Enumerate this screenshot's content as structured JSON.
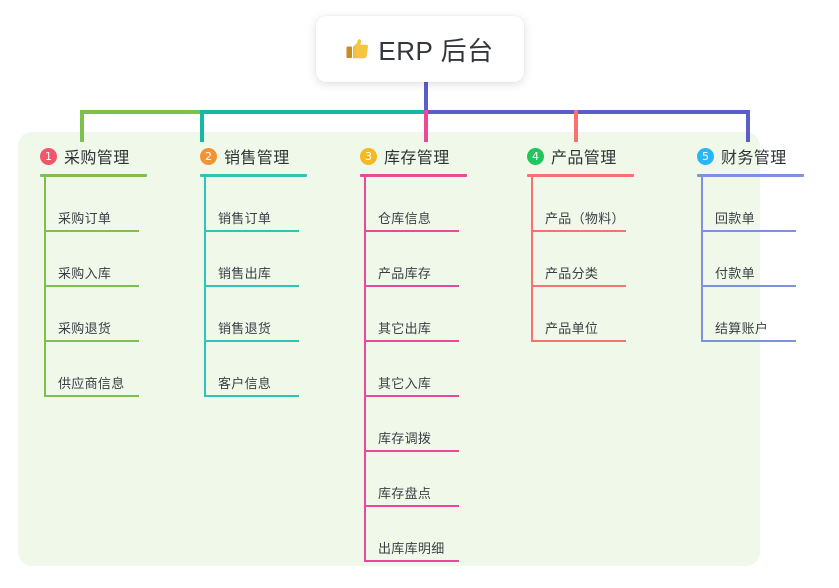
{
  "title": {
    "icon": "thumbs-up-icon",
    "text": "ERP 后台"
  },
  "colors": {
    "panel_bg": "#eff8e9",
    "page_bg": "#ffffff",
    "stem": "#5a5fc8",
    "bus_green": "#7fbf4d",
    "bus_teal": "#14b8a6",
    "bus_blue": "#5a5fc8"
  },
  "columns": [
    {
      "number": "1",
      "title": "采购管理",
      "badge_color": "#f2566a",
      "line_color": "#7fbf4d",
      "items": [
        "采购订单",
        "采购入库",
        "采购退货",
        "供应商信息"
      ]
    },
    {
      "number": "2",
      "title": "销售管理",
      "badge_color": "#f59332",
      "line_color": "#2ec4b6",
      "items": [
        "销售订单",
        "销售出库",
        "销售退货",
        "客户信息"
      ]
    },
    {
      "number": "3",
      "title": "库存管理",
      "badge_color": "#f5b921",
      "line_color": "#ec4899",
      "items": [
        "仓库信息",
        "产品库存",
        "其它出库",
        "其它入库",
        "库存调拨",
        "库存盘点",
        "出库库明细"
      ]
    },
    {
      "number": "4",
      "title": "产品管理",
      "badge_color": "#22c55e",
      "line_color": "#f87171",
      "items": [
        "产品（物料）",
        "产品分类",
        "产品单位"
      ]
    },
    {
      "number": "5",
      "title": "财务管理",
      "badge_color": "#29b6f6",
      "line_color": "#7d91dd",
      "items": [
        "回款单",
        "付款单",
        "结算账户"
      ]
    }
  ]
}
